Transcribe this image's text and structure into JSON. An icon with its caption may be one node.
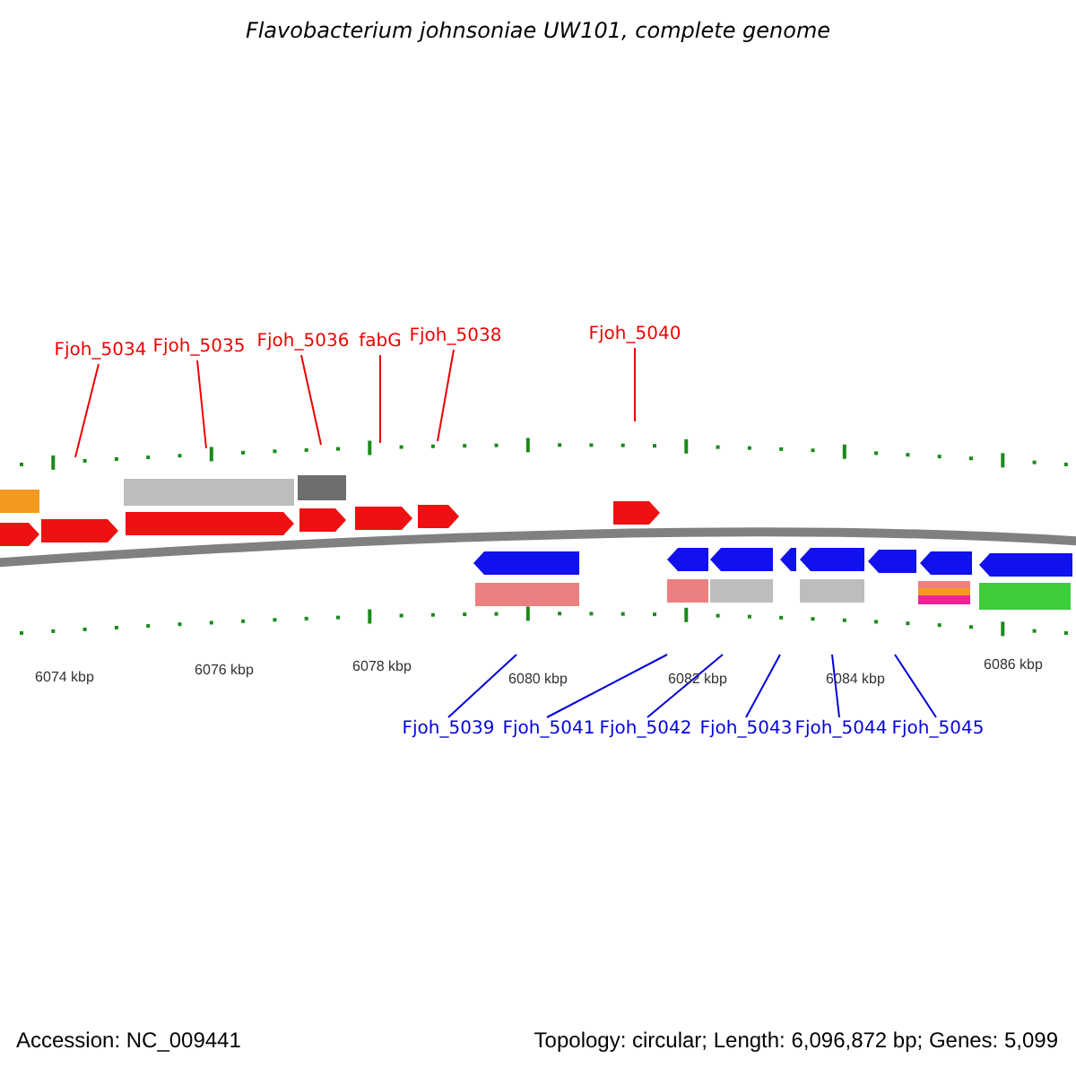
{
  "diagram": {
    "title": "Flavobacterium johnsoniae UW101, complete genome",
    "nodes": [
      {
        "text": [
          "Fjoh_5034"
        ]
      },
      {
        "text": [
          "Fjoh_5035"
        ]
      },
      {
        "text": [
          "Fjoh_5036"
        ]
      },
      {
        "text": [
          "fabG"
        ]
      },
      {
        "text": [
          "Fjoh_5038"
        ]
      },
      {
        "text": [
          "Fjoh_5040"
        ]
      },
      {
        "text": [
          "Fjoh_5039"
        ]
      },
      {
        "text": [
          "Fjoh_5041"
        ]
      },
      {
        "text": [
          "Fjoh_5042"
        ]
      },
      {
        "text": [
          "Fjoh_5043"
        ]
      },
      {
        "text": [
          "Fjoh_5044"
        ]
      },
      {
        "text": [
          "Fjoh_5045"
        ]
      }
    ],
    "edges": [
      {
        "from": 0,
        "to": null,
        "arrow": "none"
      },
      {
        "from": 1,
        "to": null,
        "arrow": "none"
      },
      {
        "from": 2,
        "to": null,
        "arrow": "none"
      },
      {
        "from": 3,
        "to": null,
        "arrow": "none"
      },
      {
        "from": 4,
        "to": null,
        "arrow": "none"
      },
      {
        "from": 5,
        "to": null,
        "arrow": "none"
      },
      {
        "from": 6,
        "to": null,
        "arrow": "none",
        "color": "#0000dd"
      },
      {
        "from": 7,
        "to": null,
        "arrow": "none",
        "color": "#0000dd"
      },
      {
        "from": 8,
        "to": null,
        "arrow": "none",
        "color": "#0000dd"
      },
      {
        "from": 9,
        "to": null,
        "arrow": "none",
        "color": "#0000dd"
      },
      {
        "from": 10,
        "to": null,
        "arrow": "none",
        "color": "#0000dd"
      },
      {
        "from": 11,
        "to": null,
        "arrow": "none",
        "color": "#0000dd"
      }
    ],
    "labels": [
      "6074 kbp",
      "6076 kbp",
      "6078 kbp",
      "6080 kbp",
      "6082 kbp",
      "6084 kbp",
      "6086 kbp",
      "Accession: NC_009441",
      "Topology: circular; Length: 6,096,872 bp; Genes: 5,099"
    ]
  }
}
